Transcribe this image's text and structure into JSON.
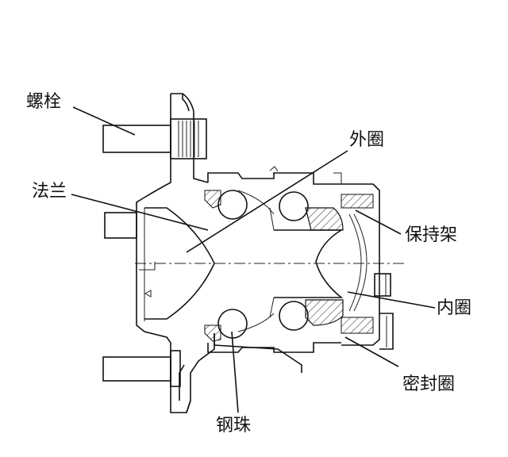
{
  "labels": {
    "bolt": "螺栓",
    "outer_ring": "外圈",
    "flange": "法兰",
    "cage": "保持架",
    "inner_ring": "内圈",
    "seal": "密封圈",
    "steel_ball": "钢珠"
  }
}
